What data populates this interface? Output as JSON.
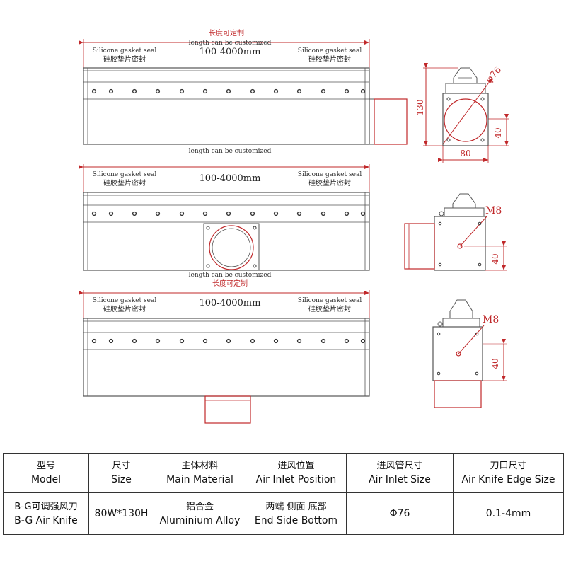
{
  "drawing": {
    "length_cn": "长度可定制",
    "length_en": "length can be customized",
    "length_range": "100-4000mm",
    "gasket_en": "Silicone gasket seal",
    "gasket_cn": "硅胶垫片密封",
    "dim_130": "130",
    "dim_phi76": "φ76",
    "dim_80": "80",
    "dim_40": "40",
    "dim_m8": "M8"
  },
  "table": {
    "headers": [
      {
        "cn": "型号",
        "en": "Model"
      },
      {
        "cn": "尺寸",
        "en": "Size"
      },
      {
        "cn": "主体材料",
        "en": "Main Material"
      },
      {
        "cn": "进风位置",
        "en": "Air Inlet Position"
      },
      {
        "cn": "进风管尺寸",
        "en": "Air Inlet Size"
      },
      {
        "cn": "刀口尺寸",
        "en": "Air Knife Edge Size"
      }
    ],
    "row": {
      "model_cn": "B-G可调强风刀",
      "model_en": "B-G Air Knife",
      "size": "80W*130H",
      "material_cn": "铝合金",
      "material_en": "Aluminium Alloy",
      "position_cn": "两端 侧面 底部",
      "position_en": "End Side Bottom",
      "inlet_size": "Φ76",
      "edge_size": "0.1-4mm"
    }
  },
  "colors": {
    "line": "#555555",
    "dimension": "#c0282a",
    "text": "#111111"
  }
}
